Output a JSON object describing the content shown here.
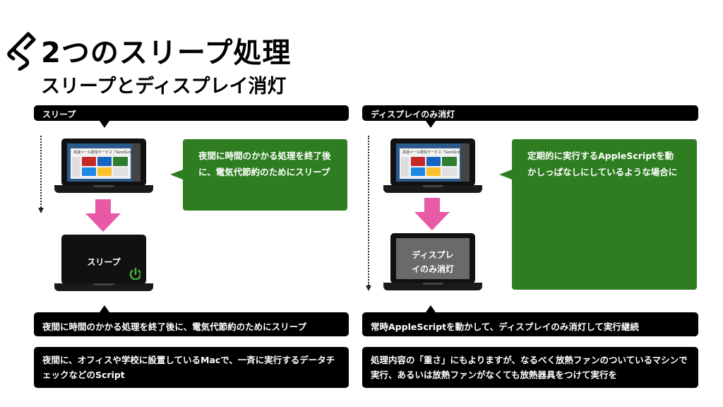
{
  "header": {
    "title": "2つのスリープ処理",
    "subtitle": "スリープとディスプレイ消灯",
    "icon": "pencil-swirl-icon"
  },
  "left": {
    "header_label": "スリープ",
    "callout_text": "夜間に時間のかかる処理を終了後に、電気代節約のためにスリープ",
    "after_screen_label": "スリープ",
    "note1": "夜間に時間のかかる処理を終了後に、電気代節約のためにスリープ",
    "note2": "夜間に、オフィスや学校に設置しているMacで、一斉に実行するデータチェックなどのScript"
  },
  "right": {
    "header_label": "ディスプレイのみ消灯",
    "callout_text": "定期的に実行するAppleScriptを動かしっぱなしにしているような場合に",
    "after_screen_label": "ディスプレイのみ消灯",
    "note1": "常時AppleScriptを動かして、ディスプレイのみ消灯して実行継続",
    "note2": "処理内容の「重さ」にもよりますが、なるべく放熱ファンのついているマシンで実行、あるいは放熱ファンがなくても放熱器具をつけて実行を"
  },
  "screenshot": {
    "window_title": "高速メール配信サービス「SendGrid」"
  },
  "colors": {
    "green": "#2e7d20",
    "pink": "#e85aa6",
    "black": "#000000",
    "power_green": "#3fae3a",
    "dim_screen": "#6a6a6a"
  }
}
